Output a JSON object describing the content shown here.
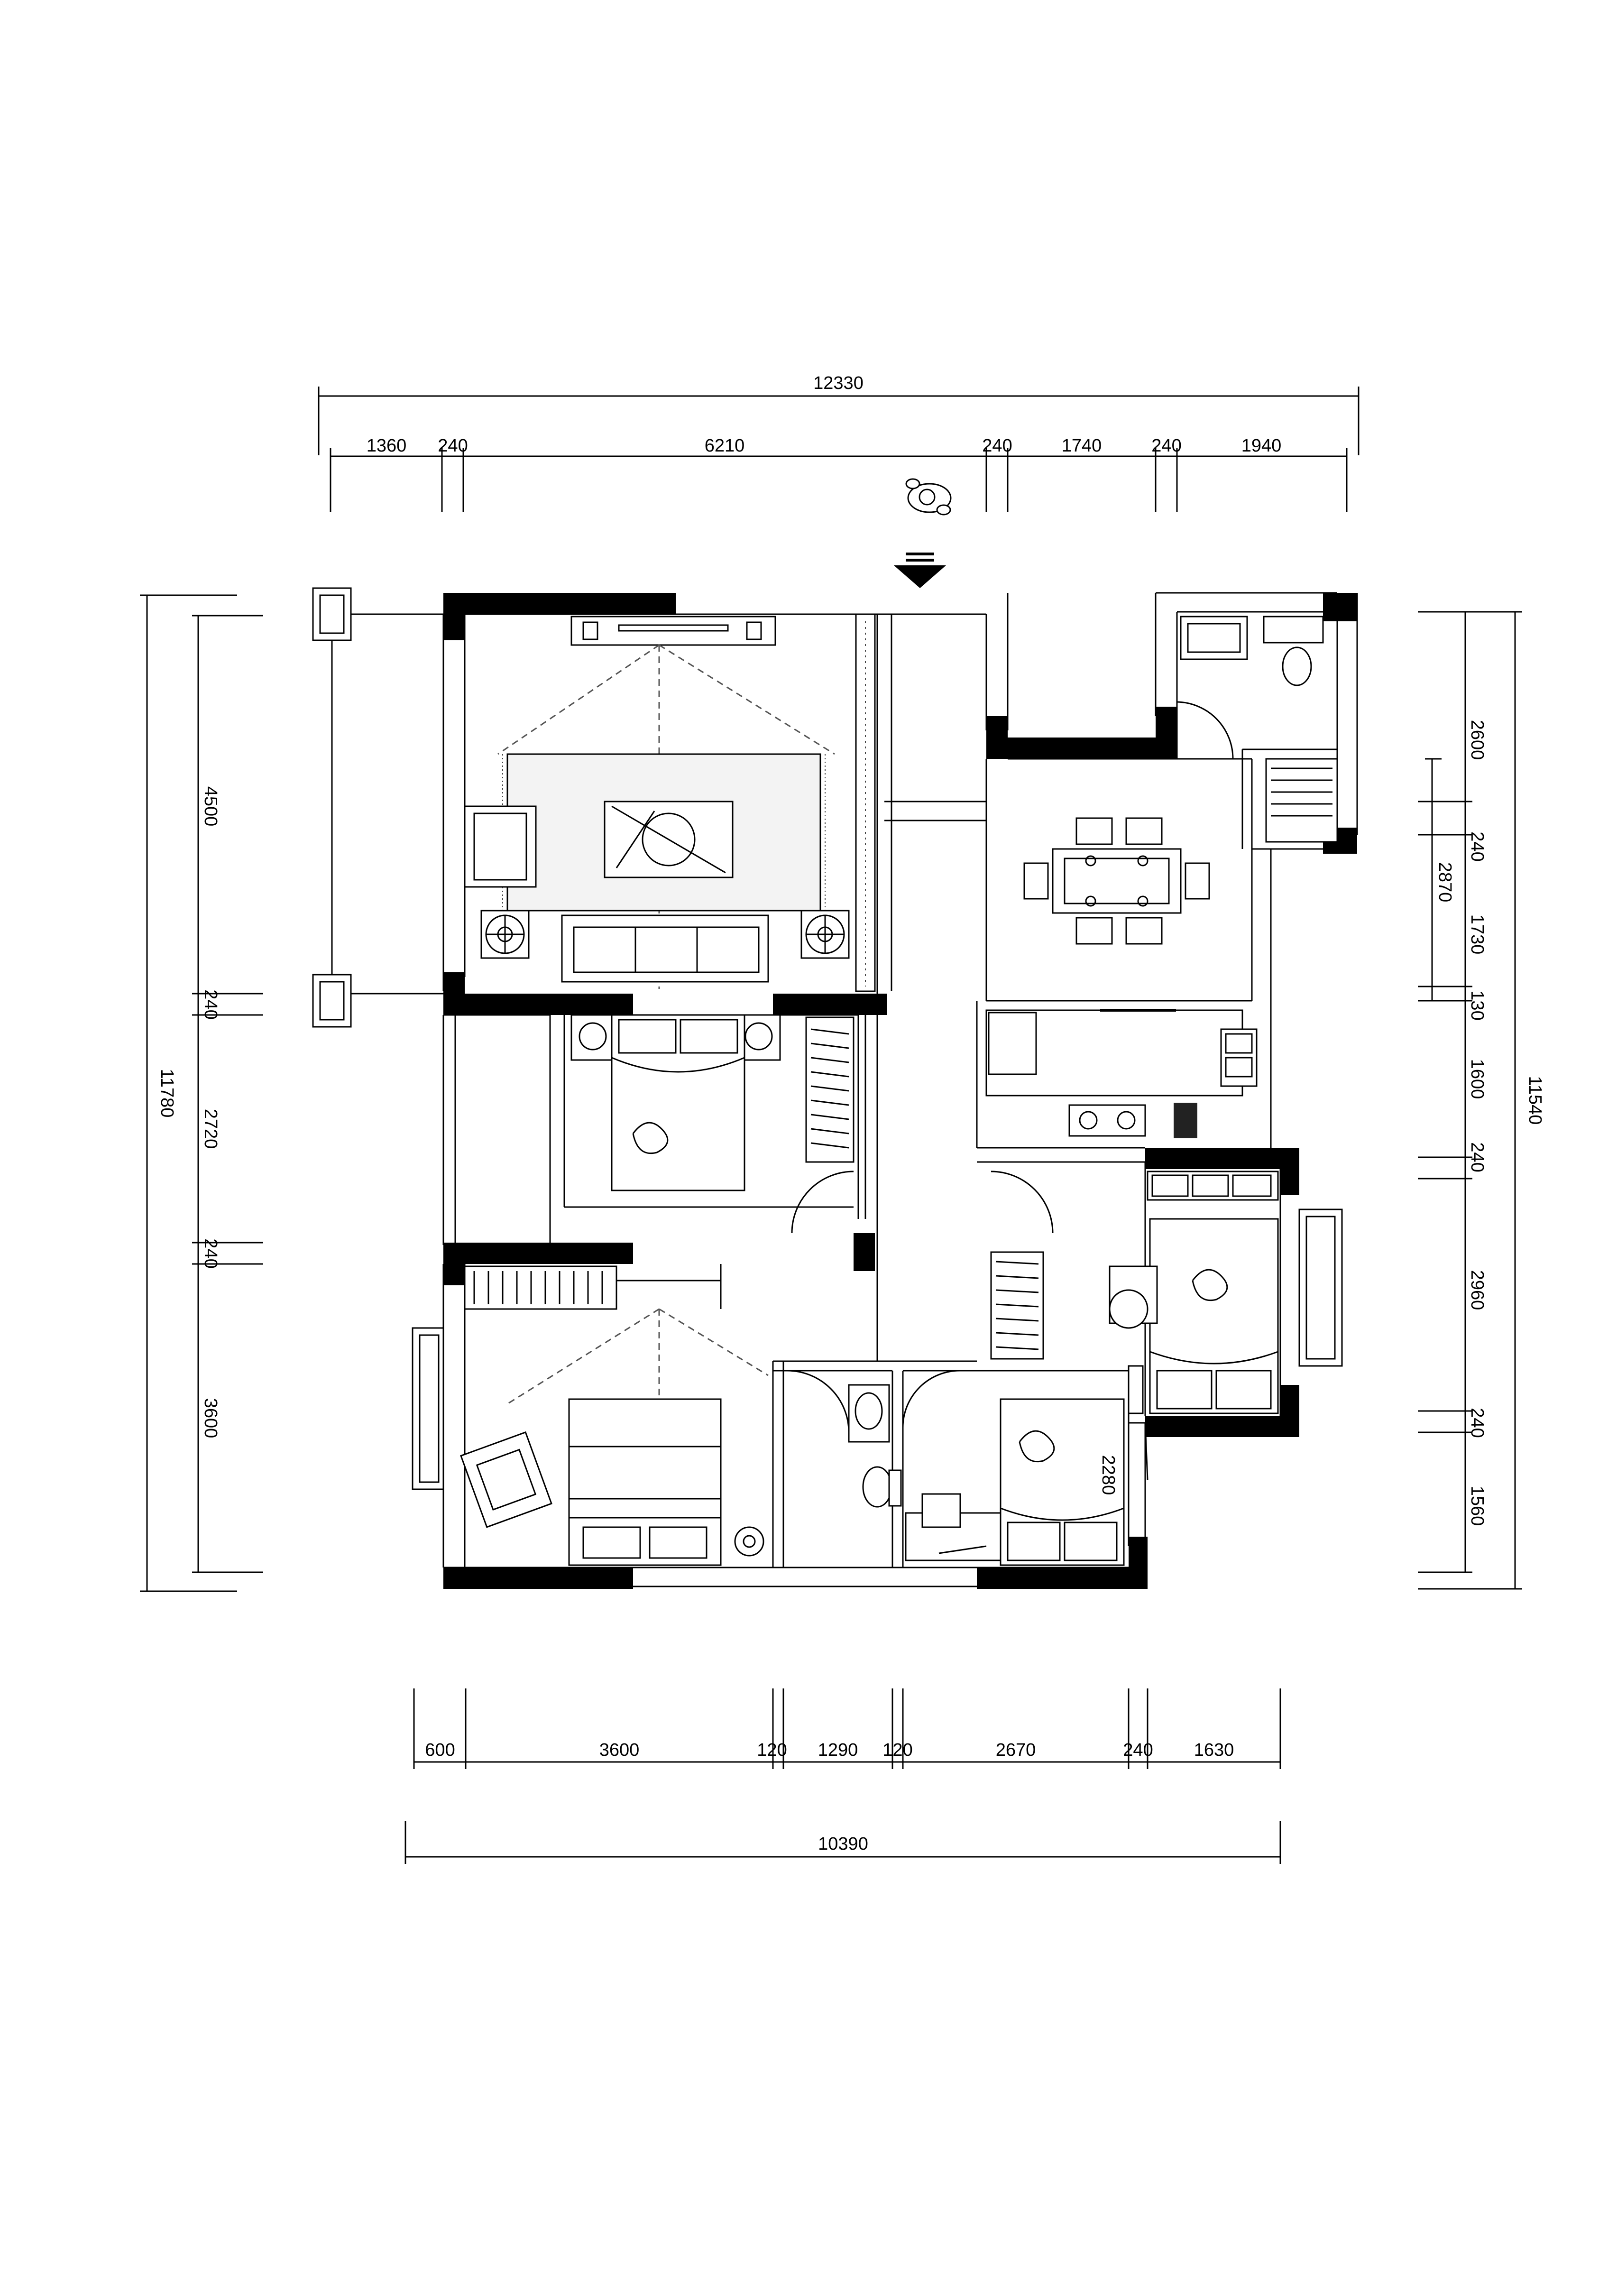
{
  "dimensions": {
    "top_overall": "12330",
    "top_segments": [
      "1360",
      "240",
      "6210",
      "240",
      "1740",
      "240",
      "1940"
    ],
    "left_overall": "11780",
    "left_segments": [
      "4500",
      "240",
      "2720",
      "240",
      "3600"
    ],
    "right_overall": "11540",
    "right_segments": [
      "2600",
      "240",
      "1730",
      "130",
      "1600",
      "240",
      "2960",
      "240",
      "1560"
    ],
    "right_inner": "2870",
    "inner_label": "2280",
    "bottom_overall": "10390",
    "bottom_segments": [
      "600",
      "3600",
      "120",
      "1290",
      "120",
      "2670",
      "240",
      "1630"
    ]
  },
  "icons": {
    "entry_arrow": "entry-arrow-icon",
    "person": "person-topview-icon"
  }
}
